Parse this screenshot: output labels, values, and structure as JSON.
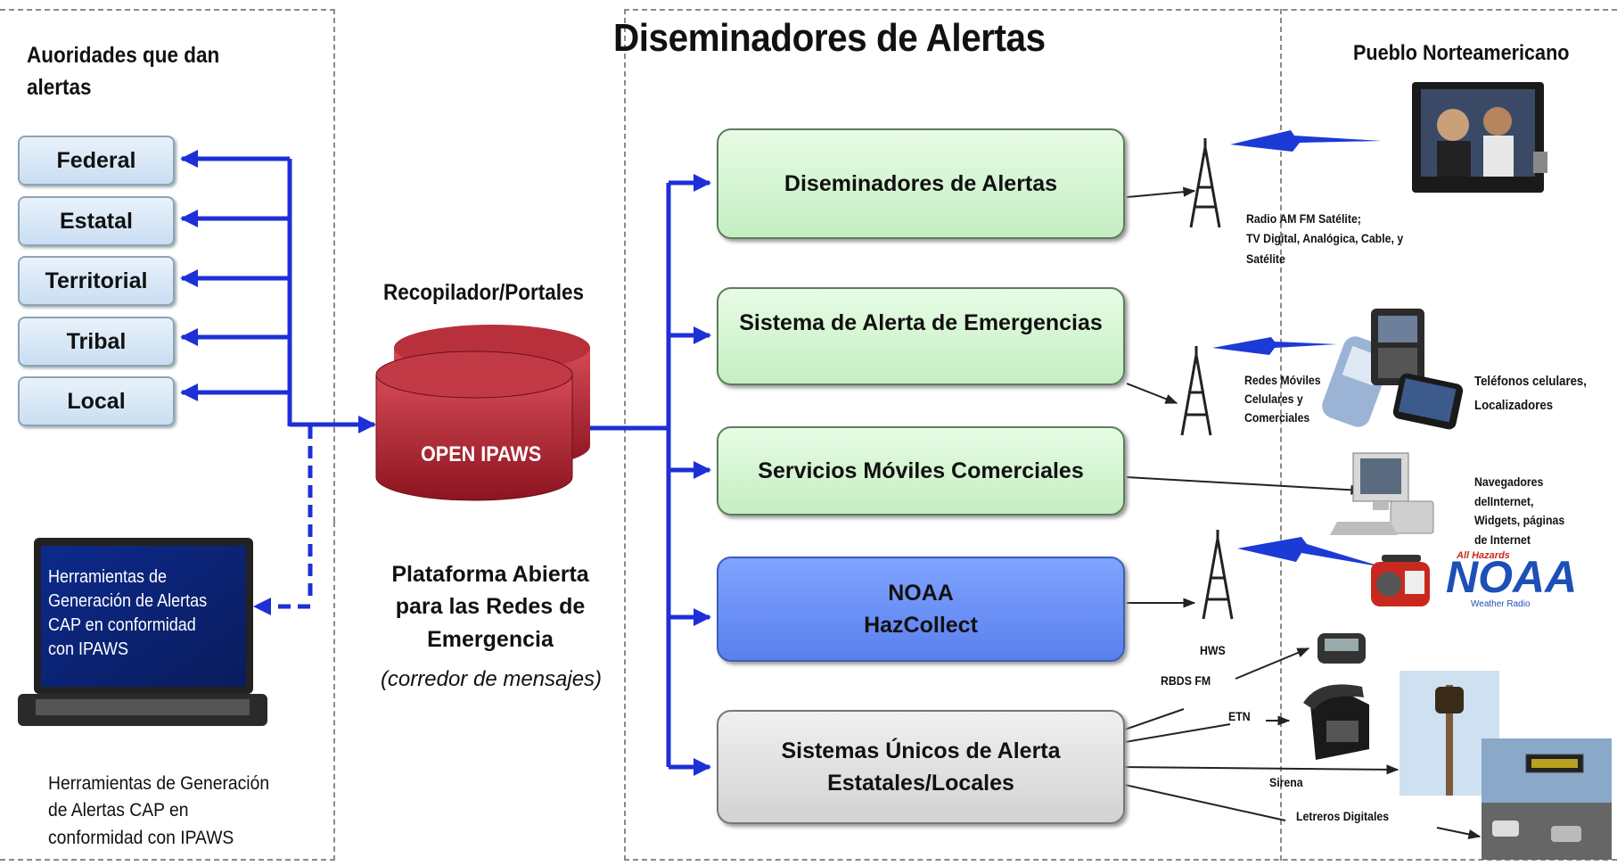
{
  "authorities": {
    "heading": "Auoridades que dan alertas",
    "items": [
      "Federal",
      "Estatal",
      "Territorial",
      "Tribal",
      "Local"
    ]
  },
  "laptop_screen_text": "Herramientas de Generación de Alertas CAP en conformidad con IPAWS",
  "laptop_caption": "Herramientas de Generación de Alertas CAP en conformidad con IPAWS",
  "aggregator": {
    "heading": "Recopilador/Portales",
    "db_label": "OPEN IPAWS",
    "platform": "Plataforma Abierta para las Redes de Emergencia",
    "note": "(corredor de mensajes)"
  },
  "disseminators": {
    "heading": "Diseminadores de Alertas",
    "boxes": [
      {
        "label": "Diseminadores de Alertas"
      },
      {
        "label": "Sistema de Alerta de Emergencias"
      },
      {
        "label": "Servicios Móviles Comerciales"
      },
      {
        "label": "NOAA",
        "label2": "HazCollect"
      },
      {
        "label": "Sistemas Únicos de Alerta",
        "label2": "Estatales/Locales"
      }
    ]
  },
  "public": {
    "heading": "Pueblo Norteamericano",
    "radio_tv": [
      "Radio AM FM Satélite;",
      "TV Digital, Analógica, Cable, y",
      "Satélite"
    ],
    "mobile_networks": [
      "Redes Móviles",
      "Celulares y",
      "Comerciales"
    ],
    "phones": [
      "Teléfonos celulares,",
      "Localizadores"
    ],
    "browsers": [
      "Navegadores",
      "delInternet,",
      "Widgets, páginas",
      "de Internet"
    ],
    "hws": "HWS",
    "rbds": "RBDS FM",
    "etn": "ETN",
    "siren": "Sirena",
    "signs": "Letreros Digitales",
    "noaa_logo": "NOAA",
    "noaa_logo_top": "All Hazards",
    "noaa_logo_bottom": "Weather Radio"
  },
  "colors": {
    "arrow": "#1d2fd6",
    "db": "#b0202c",
    "green_box": "#c8f0c4",
    "blue_box": "#6a8ff4",
    "gray_box": "#d8d8d8"
  }
}
